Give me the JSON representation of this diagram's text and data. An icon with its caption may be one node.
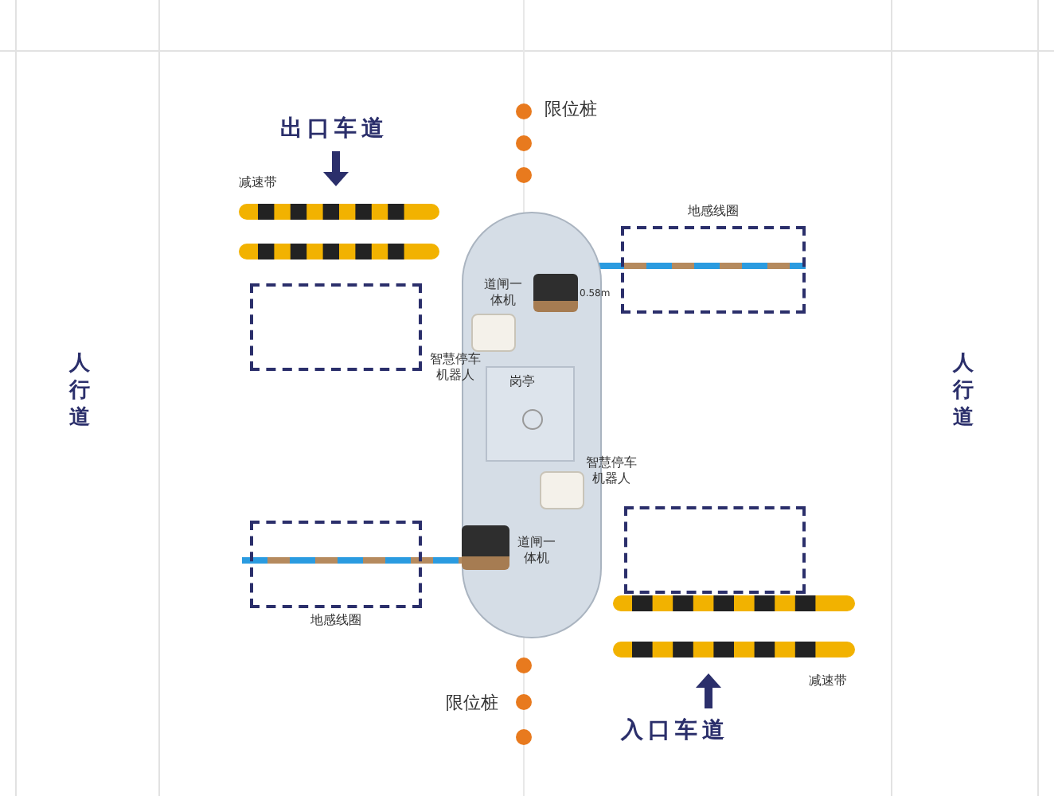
{
  "diagram": {
    "nodes": [
      {
        "text": [],
        "shape": "box"
      },
      {
        "text": [],
        "shape": "picture",
        "in": 0,
        "beside": [
          "道闸一体机"
        ]
      },
      {
        "text": [],
        "shape": "box",
        "in": 0,
        "beside": [
          "智慧停车机器人"
        ]
      },
      {
        "text": [
          "岗亭"
        ],
        "in": 0
      },
      {
        "text": [],
        "shape": "box",
        "in": 0,
        "beside": [
          "智慧停车机器人"
        ]
      },
      {
        "text": [],
        "shape": "picture",
        "in": 0,
        "beside": [
          "道闸一体机"
        ]
      },
      {
        "text": [
          "地感线圈"
        ]
      },
      {
        "text": [],
        "shape": "box"
      },
      {
        "text": [
          "地感线圈"
        ]
      },
      {
        "text": [],
        "shape": "box"
      }
    ],
    "labels": [
      "出口车道",
      "限位桩",
      "减速带",
      "人行道",
      "人行道",
      "0.58m",
      "限位桩",
      "减速带",
      "入口车道"
    ]
  }
}
